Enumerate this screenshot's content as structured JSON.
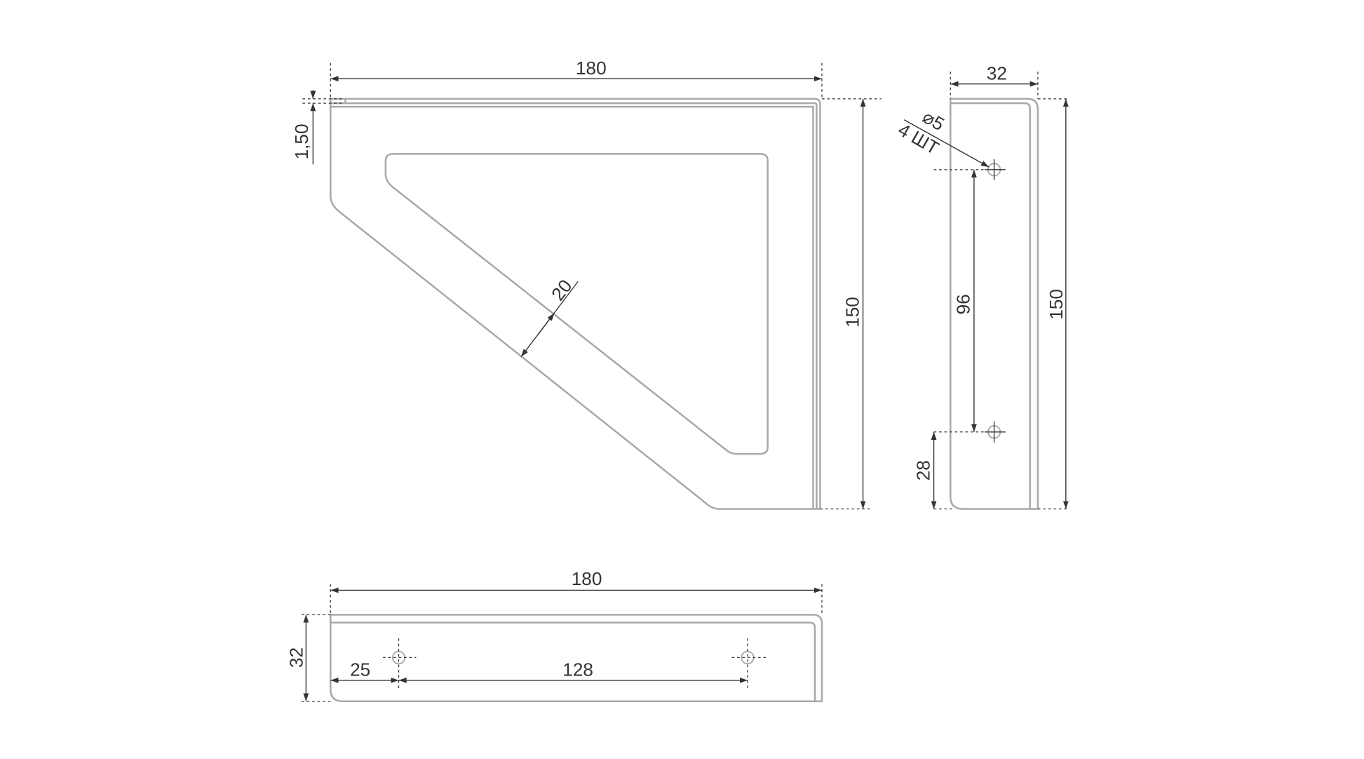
{
  "title": "Shelf bracket technical drawing",
  "colors": {
    "outline": "#a8a8a8",
    "dimension": "#333333"
  },
  "side_view": {
    "width": "180",
    "height": "150",
    "thickness": "1,50",
    "rib_width": "20"
  },
  "end_view": {
    "width": "32",
    "height": "150",
    "hole_spacing": "96",
    "hole_offset": "28",
    "hole_diameter": "⌀5",
    "hole_count": "4 ШТ"
  },
  "top_view": {
    "length": "180",
    "width": "32",
    "hole_offset": "25",
    "hole_spacing": "128"
  }
}
